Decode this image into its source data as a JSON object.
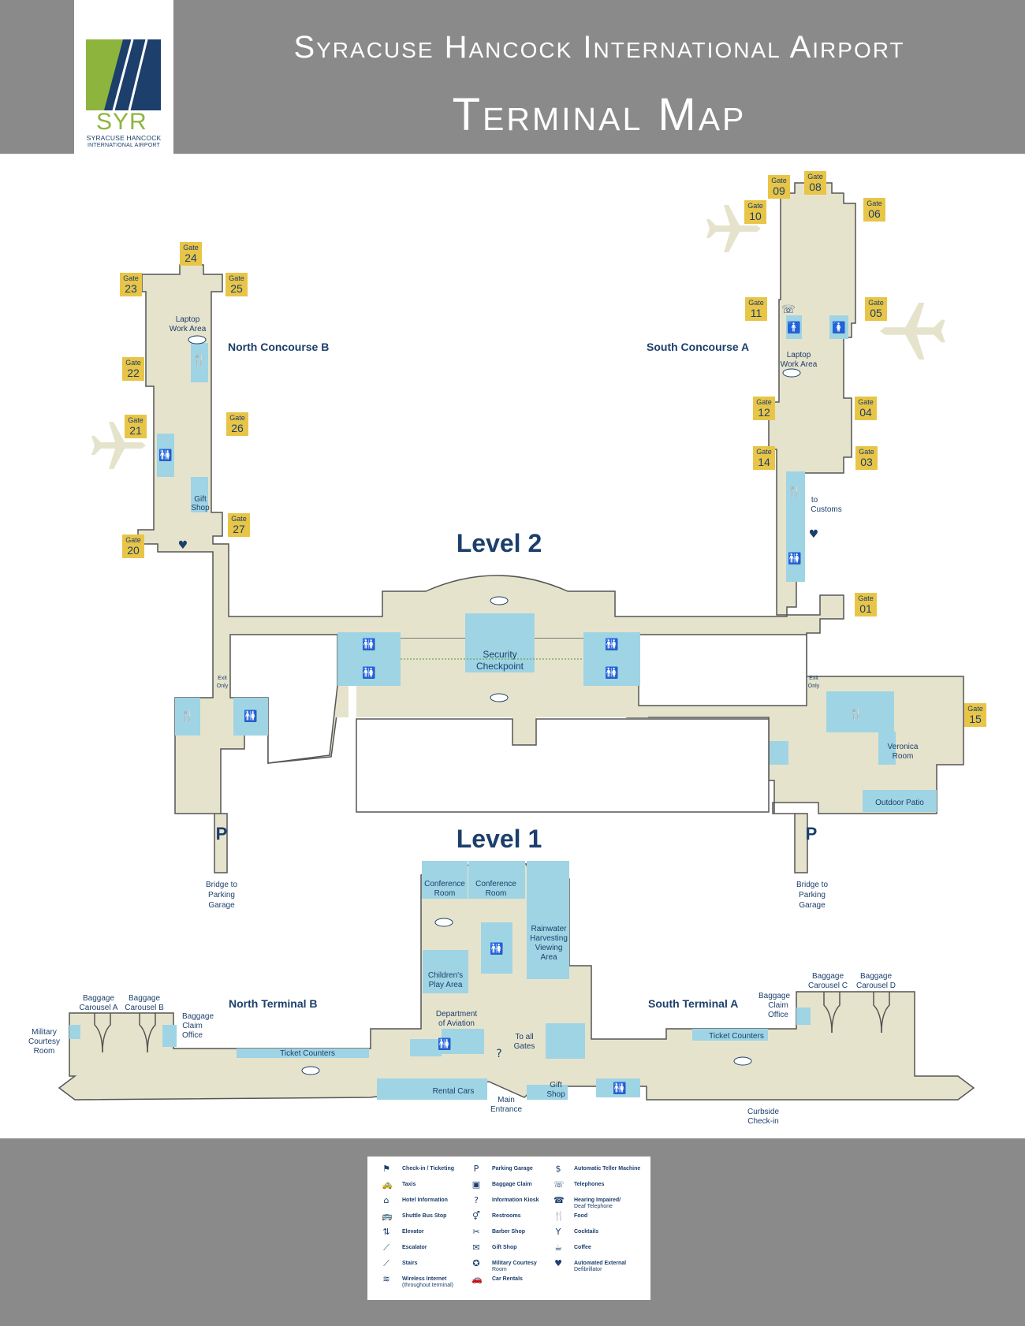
{
  "header": {
    "title": "Syracuse Hancock International Airport",
    "subtitle": "Terminal Map",
    "logo_text": "SYR",
    "logo_sub1": "SYRACUSE HANCOCK",
    "logo_sub2": "INTERNATIONAL AIRPORT"
  },
  "colors": {
    "header_bg": "#8a8a8a",
    "floor": "#e6e3cd",
    "outline": "#555555",
    "highlight": "#9fd4e4",
    "gate_badge": "#e8c547",
    "text": "#1c3f6b",
    "plane": "#e6e3cd",
    "logo_green": "#8db53d",
    "logo_blue": "#1c3f6b"
  },
  "level2": {
    "title": "Level 2",
    "north_concourse": "North Concourse B",
    "south_concourse": "South Concourse A",
    "laptop_north": [
      "Laptop",
      "Work Area"
    ],
    "laptop_south": [
      "Laptop",
      "Work Area"
    ],
    "gift_shop": [
      "Gift",
      "Shop"
    ],
    "security": [
      "Security",
      "Checkpoint"
    ],
    "to_customs": [
      "to",
      "Customs"
    ],
    "exit_only_left": [
      "Exit",
      "Only"
    ],
    "exit_only_right": [
      "Exit",
      "Only"
    ],
    "veronica": [
      "Veronica",
      "Room"
    ],
    "outdoor_patio": "Outdoor Patio",
    "bridge_left": [
      "Bridge to",
      "Parking",
      "Garage"
    ],
    "bridge_right": [
      "Bridge to",
      "Parking",
      "Garage"
    ]
  },
  "gates": [
    {
      "label": "Gate",
      "num": "24"
    },
    {
      "label": "Gate",
      "num": "23"
    },
    {
      "label": "Gate",
      "num": "25"
    },
    {
      "label": "Gate",
      "num": "22"
    },
    {
      "label": "Gate",
      "num": "21"
    },
    {
      "label": "Gate",
      "num": "26"
    },
    {
      "label": "Gate",
      "num": "27"
    },
    {
      "label": "Gate",
      "num": "20"
    },
    {
      "label": "Gate",
      "num": "09"
    },
    {
      "label": "Gate",
      "num": "08"
    },
    {
      "label": "Gate",
      "num": "10"
    },
    {
      "label": "Gate",
      "num": "06"
    },
    {
      "label": "Gate",
      "num": "11"
    },
    {
      "label": "Gate",
      "num": "05"
    },
    {
      "label": "Gate",
      "num": "12"
    },
    {
      "label": "Gate",
      "num": "04"
    },
    {
      "label": "Gate",
      "num": "14"
    },
    {
      "label": "Gate",
      "num": "03"
    },
    {
      "label": "Gate",
      "num": "01"
    },
    {
      "label": "Gate",
      "num": "15"
    }
  ],
  "level1": {
    "title": "Level 1",
    "conference_1": [
      "Conference",
      "Room"
    ],
    "conference_2": [
      "Conference",
      "Room"
    ],
    "rainwater": [
      "Rainwater",
      "Harvesting",
      "Viewing",
      "Area"
    ],
    "play_area": [
      "Children's",
      "Play Area"
    ],
    "dept_aviation": [
      "Department",
      "of Aviation"
    ],
    "to_all_gates": [
      "To all",
      "Gates"
    ],
    "north_terminal": "North Terminal B",
    "south_terminal": "South Terminal A",
    "carousel_a": [
      "Baggage",
      "Carousel A"
    ],
    "carousel_b": [
      "Baggage",
      "Carousel B"
    ],
    "carousel_c": [
      "Baggage",
      "Carousel C"
    ],
    "carousel_d": [
      "Baggage",
      "Carousel D"
    ],
    "claim_north": [
      "Baggage",
      "Claim",
      "Office"
    ],
    "claim_south": [
      "Baggage",
      "Claim",
      "Office"
    ],
    "military": [
      "Military",
      "Courtesy",
      "Room"
    ],
    "ticket_north": "Ticket Counters",
    "ticket_south": "Ticket Counters",
    "rental_cars": "Rental Cars",
    "main_entrance": [
      "Main",
      "Entrance"
    ],
    "gift_shop": [
      "Gift",
      "Shop"
    ],
    "curbside": [
      "Curbside",
      "Check-in"
    ]
  },
  "legend": {
    "col1": [
      {
        "icon": "check-in-icon",
        "label": "Check-in / Ticketing"
      },
      {
        "icon": "taxi-icon",
        "label": "Taxis"
      },
      {
        "icon": "hotel-icon",
        "label": "Hotel Information"
      },
      {
        "icon": "shuttle-bus-icon",
        "label": "Shuttle Bus Stop"
      },
      {
        "icon": "elevator-icon",
        "label": "Elevator"
      },
      {
        "icon": "escalator-icon",
        "label": "Escalator"
      },
      {
        "icon": "stairs-icon",
        "label": "Stairs"
      },
      {
        "icon": "wifi-icon",
        "label": "Wireless Internet",
        "note": "(throughout terminal)"
      }
    ],
    "col2": [
      {
        "icon": "parking-icon",
        "label": "Parking Garage"
      },
      {
        "icon": "baggage-icon",
        "label": "Baggage Claim"
      },
      {
        "icon": "info-kiosk-icon",
        "label": "Information Kiosk"
      },
      {
        "icon": "restroom-icon",
        "label": "Restrooms"
      },
      {
        "icon": "barber-icon",
        "label": "Barber Shop"
      },
      {
        "icon": "gift-icon",
        "label": "Gift Shop"
      },
      {
        "icon": "military-icon",
        "label": "Military Courtesy",
        "note": "Room"
      },
      {
        "icon": "car-rental-icon",
        "label": "Car Rentals"
      }
    ],
    "col3": [
      {
        "icon": "atm-icon",
        "label": "Automatic Teller Machine"
      },
      {
        "icon": "telephone-icon",
        "label": "Telephones"
      },
      {
        "icon": "tty-icon",
        "label": "Hearing Impaired/",
        "note": "Deaf Telephone"
      },
      {
        "icon": "food-icon",
        "label": "Food"
      },
      {
        "icon": "cocktails-icon",
        "label": "Cocktails"
      },
      {
        "icon": "coffee-icon",
        "label": "Coffee"
      },
      {
        "icon": "aed-icon",
        "label": "Automated External",
        "note": "Defibrillator"
      }
    ]
  }
}
